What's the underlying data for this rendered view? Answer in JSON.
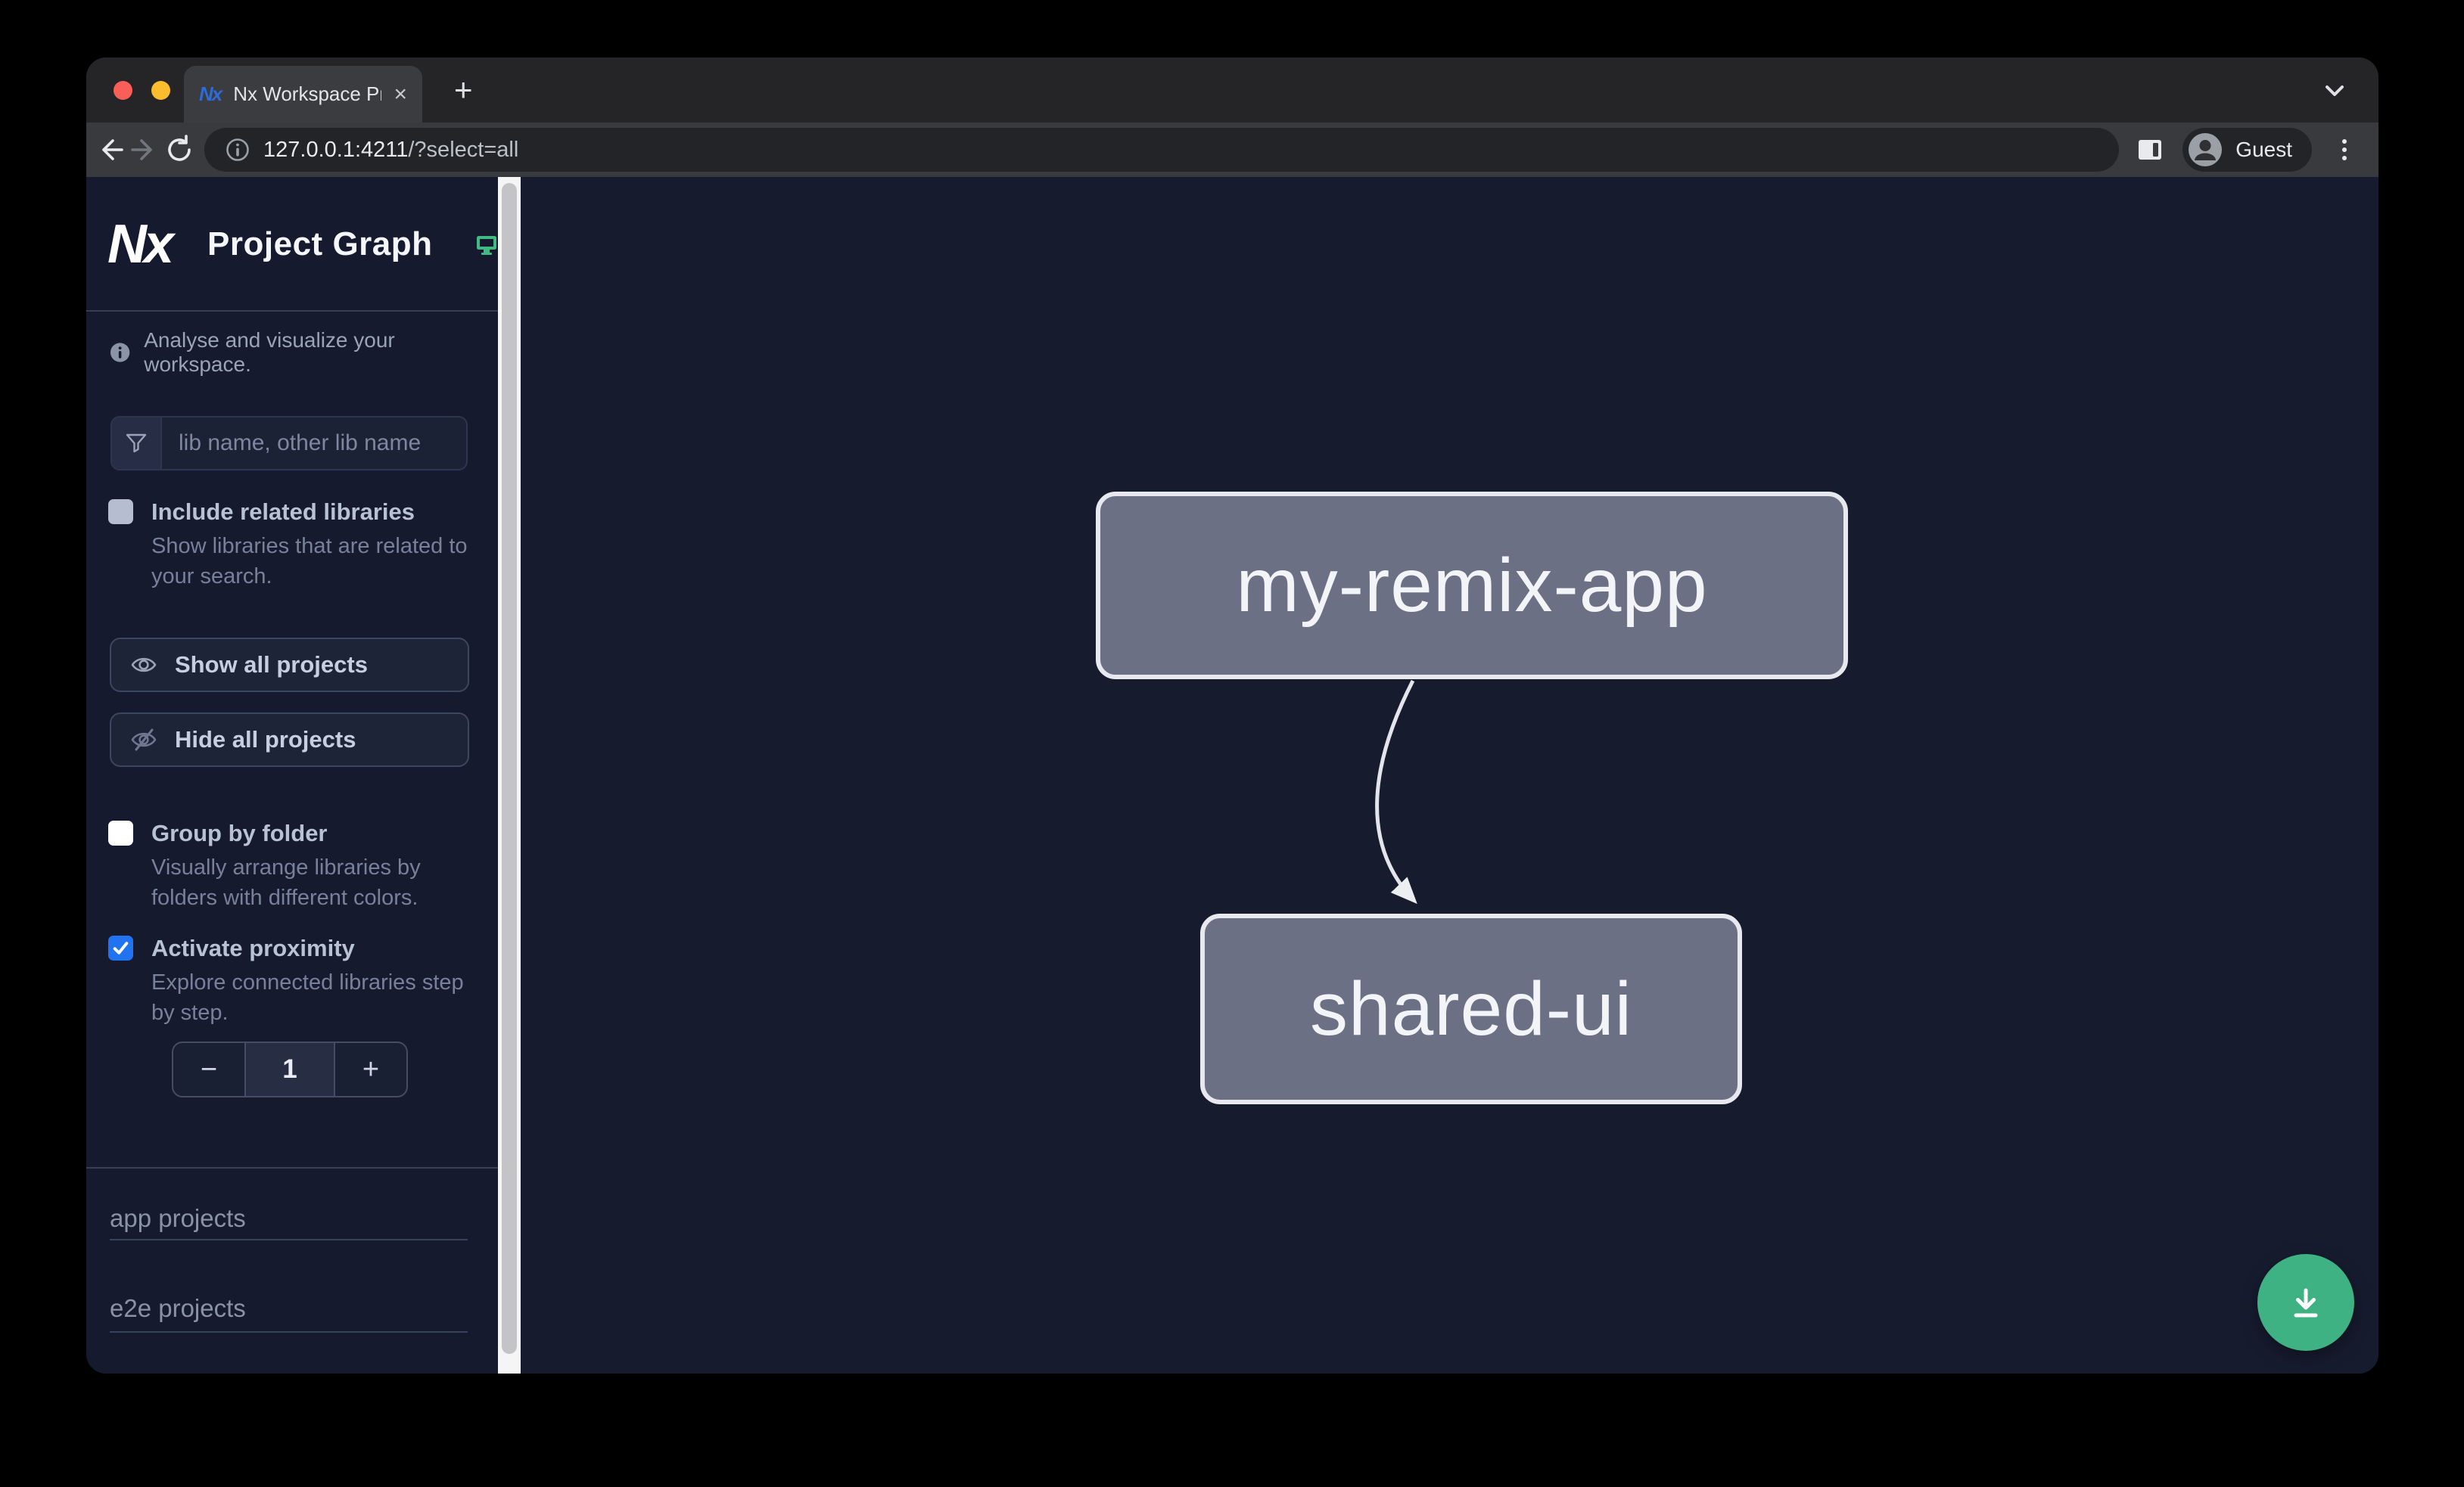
{
  "colors": {
    "accent_green_fab": "#3eb283",
    "nx_monitor_green": "#3fba83",
    "checkbox_checked_blue": "#2173f2",
    "canvas_bg": "#161b2e",
    "node_fill": "#6b7085",
    "node_border": "#e7e9ef",
    "traffic_red": "#f85f58",
    "traffic_yellow": "#fbbc2e",
    "traffic_green": "#2bc840"
  },
  "browser": {
    "tab": {
      "favicon_text": "Nx",
      "title": "Nx Workspace Project Graph",
      "close_glyph": "×",
      "new_tab_glyph": "+"
    },
    "toolbar": {
      "url_host": "127.0.0.1:4211",
      "url_query": "/?select=all",
      "profile_label": "Guest"
    }
  },
  "sidebar": {
    "logo_text": "Nx",
    "app_title": "Project Graph",
    "tagline": "Analyse and visualize your workspace.",
    "filter_placeholder": "lib name, other lib name",
    "related": {
      "label": "Include related libraries",
      "description": "Show libraries that are related to your search.",
      "checked": false
    },
    "show_all_label": "Show all projects",
    "hide_all_label": "Hide all projects",
    "group": {
      "label": "Group by folder",
      "description": "Visually arrange libraries by folders with different colors.",
      "checked": false
    },
    "proximity": {
      "label": "Activate proximity",
      "description": "Explore connected libraries step by step.",
      "checked": true
    },
    "stepper": {
      "decrement_glyph": "−",
      "value": "1",
      "increment_glyph": "+"
    },
    "sections": [
      {
        "label": "app projects"
      },
      {
        "label": "e2e projects"
      }
    ]
  },
  "graph": {
    "nodes": [
      {
        "label": "my-remix-app"
      },
      {
        "label": "shared-ui"
      }
    ],
    "edges": [
      {
        "from": "my-remix-app",
        "to": "shared-ui"
      }
    ]
  }
}
